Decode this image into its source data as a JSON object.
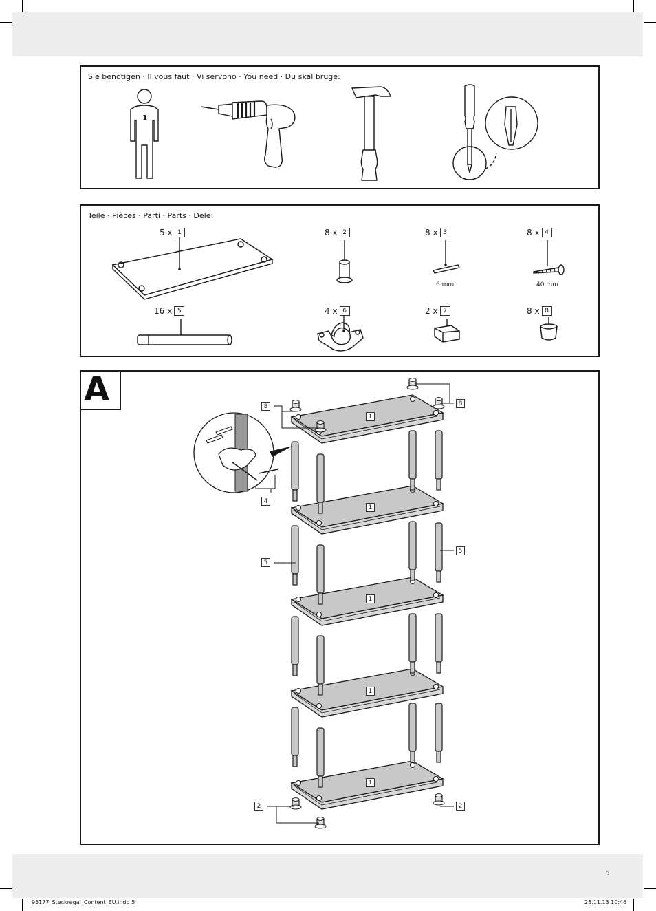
{
  "tools_panel": {
    "title": "Sie benötigen · Il vous faut · Vi servono · You need · Du skal bruge:",
    "person_count": "1"
  },
  "parts_panel": {
    "title": "Teile · Pièces · Parti · Parts · Dele:",
    "parts": [
      {
        "qty": "5 x",
        "id": "1"
      },
      {
        "qty": "8 x",
        "id": "2"
      },
      {
        "qty": "8 x",
        "id": "3",
        "dimension": "6 mm"
      },
      {
        "qty": "8 x",
        "id": "4",
        "dimension": "40 mm"
      },
      {
        "qty": "16 x",
        "id": "5"
      },
      {
        "qty": "4 x",
        "id": "6"
      },
      {
        "qty": "2 x",
        "id": "7"
      },
      {
        "qty": "8 x",
        "id": "8"
      }
    ]
  },
  "step": {
    "letter": "A",
    "labels": {
      "cap_left": "8",
      "cap_right": "8",
      "shelf": "1",
      "screw": "4",
      "tube_left": "5",
      "tube_right": "5",
      "foot_left": "2",
      "foot_right": "2"
    }
  },
  "page_number": "5",
  "footer": {
    "file": "95177_Steckregal_Content_EU.indd   5",
    "date": "28.11.13   10:46"
  }
}
